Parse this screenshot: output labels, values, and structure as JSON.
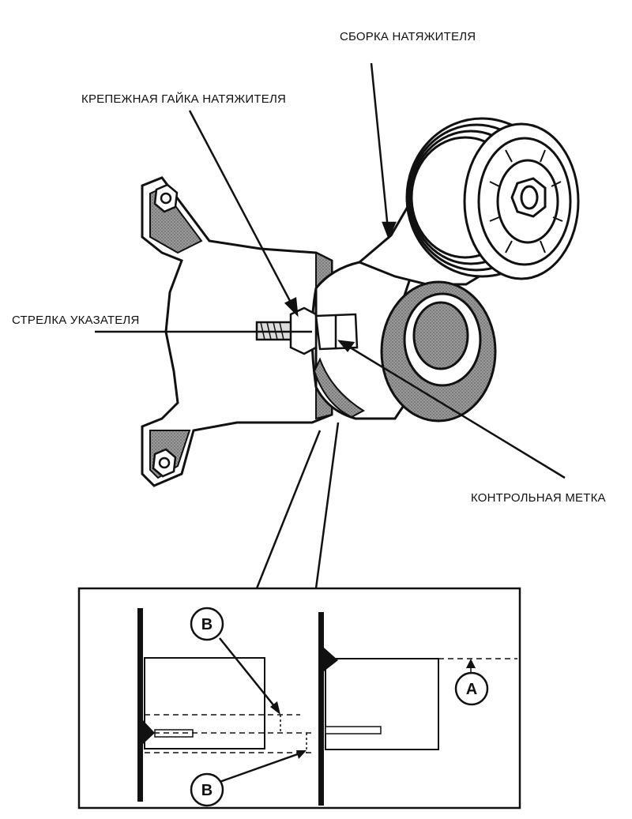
{
  "labels": {
    "tensioner_assembly": "СБОРКА НАТЯЖИТЕЛЯ",
    "tensioner_nut": "КРЕПЕЖНАЯ ГАЙКА НАТЯЖИТЕЛЯ",
    "pointer_arrow": "СТРЕЛКА УКАЗАТЕЛЯ",
    "reference_mark": "КОНТРОЛЬНАЯ МЕТКА"
  },
  "detail": {
    "marker_b_top": "B",
    "marker_b_bottom": "B",
    "marker_a": "A"
  },
  "colors": {
    "ink": "#111111",
    "shade": "#7a7a7a",
    "background": "#ffffff"
  }
}
